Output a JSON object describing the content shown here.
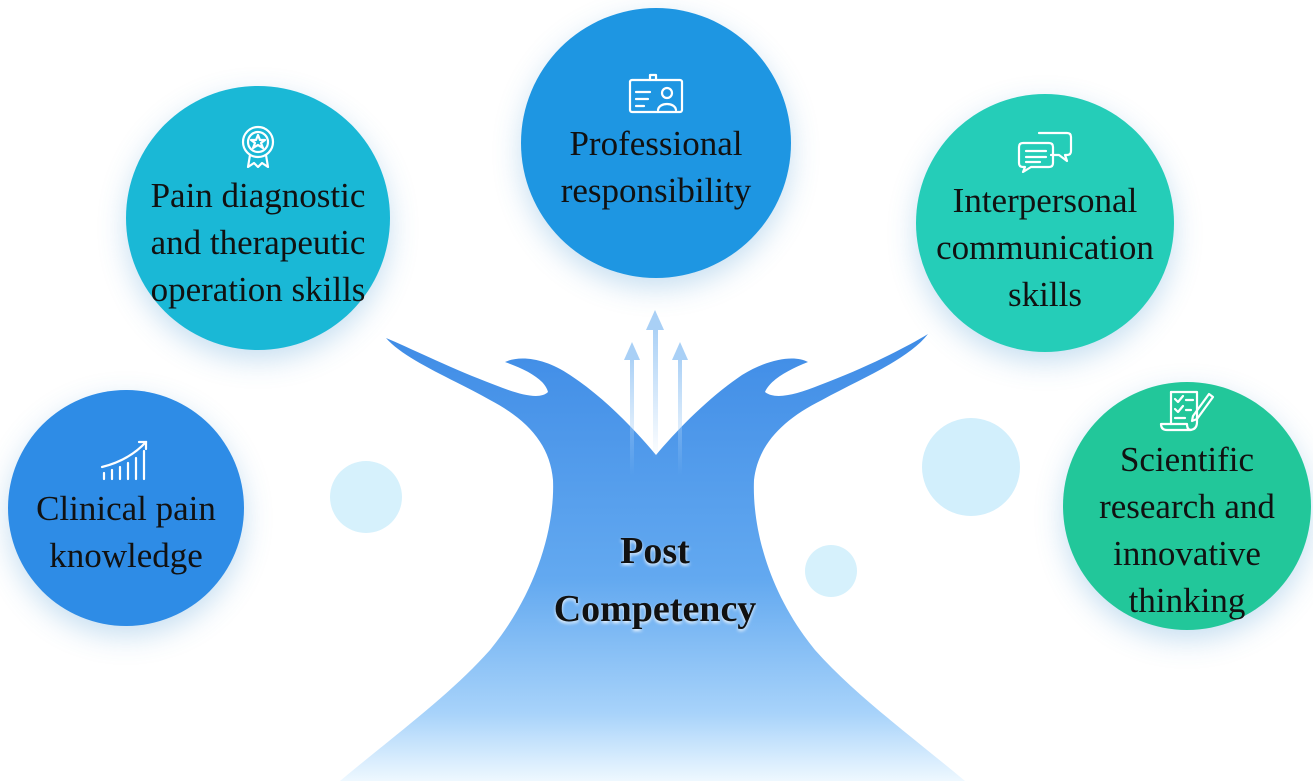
{
  "center": {
    "line1": "Post",
    "line2": "Competency"
  },
  "bubbles": {
    "clinical": {
      "line1": "Clinical pain",
      "line2": "knowledge",
      "icon": "growth-chart-icon",
      "color": "#2E8CE6"
    },
    "operation": {
      "line1": "Pain diagnostic",
      "line2": "and therapeutic",
      "line3": "operation skills",
      "icon": "award-badge-icon",
      "color": "#1AB8D6"
    },
    "professional": {
      "line1": "Professional",
      "line2": "responsibility",
      "icon": "id-card-icon",
      "color": "#1E96E2"
    },
    "interpersonal": {
      "line1": "Interpersonal",
      "line2": "communication",
      "line3": "skills",
      "icon": "chat-bubbles-icon",
      "color": "#25CDB8"
    },
    "research": {
      "line1": "Scientific",
      "line2": "research and",
      "line3": "innovative",
      "line4": "thinking",
      "icon": "checklist-pen-icon",
      "color": "#22C79A"
    }
  },
  "colors": {
    "tree_top": "#3F8CE6",
    "tree_bottom": "#E8F5FF",
    "decor_circle": "#CFEEFB",
    "arrow": "#B7D8F8"
  }
}
